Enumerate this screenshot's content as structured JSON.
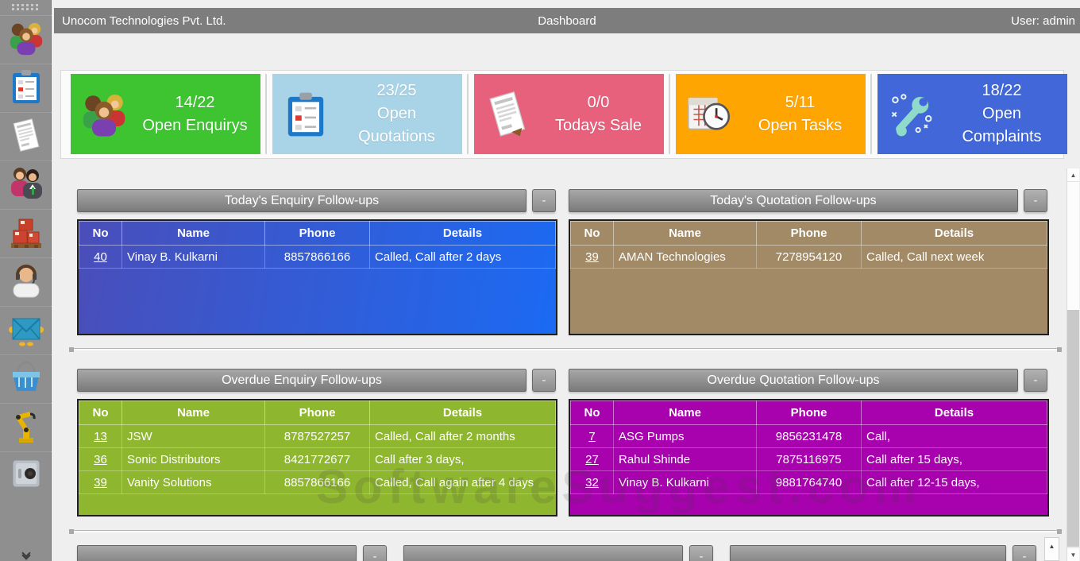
{
  "header": {
    "company": "Unocom Technologies Pvt. Ltd.",
    "page_title": "Dashboard",
    "user": "User: admin"
  },
  "sidebar": {
    "items": [
      {
        "icon": "people-group-icon"
      },
      {
        "icon": "clipboard-icon"
      },
      {
        "icon": "invoice-icon"
      },
      {
        "icon": "customers-icon"
      },
      {
        "icon": "products-boxes-icon"
      },
      {
        "icon": "support-agent-icon"
      },
      {
        "icon": "mail-envelope-icon"
      },
      {
        "icon": "basket-icon"
      },
      {
        "icon": "robot-arm-icon"
      },
      {
        "icon": "safe-vault-icon"
      }
    ]
  },
  "kpi": [
    {
      "value": "14/22",
      "label": "Open Enquirys",
      "color": "#3ec431",
      "icon": "people-group-icon"
    },
    {
      "value": "23/25",
      "label": "Open Quotations",
      "color": "#a9d3e6",
      "icon": "clipboard-icon"
    },
    {
      "value": "0/0",
      "label": "Todays Sale",
      "color": "#e7607c",
      "icon": "receipt-icon"
    },
    {
      "value": "5/11",
      "label": "Open Tasks",
      "color": "#ffa502",
      "icon": "clock-calendar-icon"
    },
    {
      "value": "18/22",
      "label": "Open Complaints",
      "color": "#4167d9",
      "icon": "wrench-icon"
    }
  ],
  "ui": {
    "minus": "-",
    "scroll_up": "▲",
    "scroll_down": "▼"
  },
  "panels": {
    "today_enquiry": {
      "title": "Today's Enquiry Follow-ups",
      "columns": [
        "No",
        "Name",
        "Phone",
        "Details"
      ],
      "rows": [
        [
          "40",
          "Vinay B. Kulkarni",
          "8857866166",
          "Called, Call after 2 days"
        ]
      ],
      "background": "linear-gradient(100deg, #4a4eb9 0%, #1b6af3 100%)"
    },
    "today_quotation": {
      "title": "Today's Quotation Follow-ups",
      "columns": [
        "No",
        "Name",
        "Phone",
        "Details"
      ],
      "rows": [
        [
          "39",
          "AMAN Technologies",
          "7278954120",
          "Called, Call next week"
        ]
      ],
      "background": "#a28a66"
    },
    "overdue_enquiry": {
      "title": "Overdue Enquiry Follow-ups",
      "columns": [
        "No",
        "Name",
        "Phone",
        "Details"
      ],
      "rows": [
        [
          "13",
          "JSW",
          "8787527257",
          "Called, Call after 2 months"
        ],
        [
          "36",
          "Sonic Distributors",
          "8421772677",
          "Call after 3 days,"
        ],
        [
          "39",
          "Vanity Solutions",
          "8857866166",
          "Called, Call again after 4 days"
        ]
      ],
      "background": "#8fb62f"
    },
    "overdue_quotation": {
      "title": "Overdue Quotation Follow-ups",
      "columns": [
        "No",
        "Name",
        "Phone",
        "Details"
      ],
      "rows": [
        [
          "7",
          "ASG Pumps",
          "9856231478",
          "Call,"
        ],
        [
          "27",
          "Rahul Shinde",
          "7875116975",
          "Call after 15 days,"
        ],
        [
          "32",
          "Vinay B. Kulkarni",
          "9881764740",
          "Call after 12-15 days,"
        ]
      ],
      "background": "#a801ae"
    }
  },
  "bottom_panels": [
    {
      "title": ""
    },
    {
      "title": ""
    },
    {
      "title": ""
    }
  ],
  "watermark": "SoftwareSuggest.com"
}
